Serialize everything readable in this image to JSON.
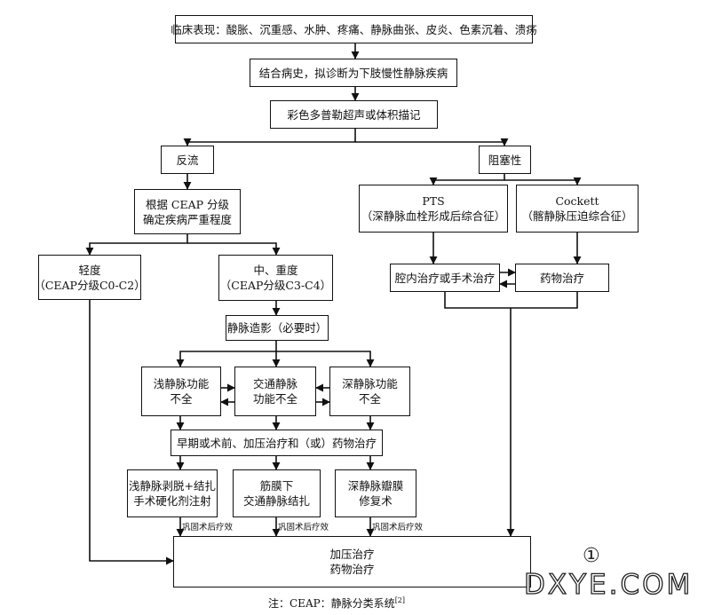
{
  "boxes": {
    "clinical": "临床表现：酸胀、沉重感、水肿、疼痛、静脉曲张、皮炎、色素沉着、溃疡",
    "history": "结合病史，拟诊断为下肢慢性静脉疾病",
    "ultrasound": "彩色多普勒超声或体积描记",
    "reflux": "反流",
    "obstruction": "阻塞性",
    "ceap": [
      "根据 CEAP 分级",
      "确定疾病严重程度"
    ],
    "pts": [
      "PTS",
      "（深静脉血栓形成后综合征）"
    ],
    "cockett": [
      "Cockett",
      "（髂静脉压迫综合征）"
    ],
    "mild": [
      "轻度",
      "（CEAP分级C0-C2）"
    ],
    "moderate": [
      "中、重度",
      "（CEAP分级C3-C4）"
    ],
    "endo": "腔内治疗或手术治疗",
    "drug_right": "药物治疗",
    "venography": "静脉造影（必要时）",
    "superficial": [
      "浅静脉功能",
      "不全"
    ],
    "perforator": [
      "交通静脉",
      "功能不全"
    ],
    "deep": [
      "深静脉功能",
      "不全"
    ],
    "early": "早期或术前、加压治疗和（或）药物治疗",
    "stripping": [
      "浅静脉剥脱+结扎",
      "手术硬化剂注射"
    ],
    "fascia": [
      "筋膜下",
      "交通静脉结扎"
    ],
    "valve": [
      "深静脉瓣膜",
      "修复术"
    ],
    "final": [
      "加压治疗",
      "药物治疗"
    ]
  },
  "consolidate_label": "巩固术后疗效",
  "note": "注：CEAP：静脉分类系统",
  "note_ref": "[2]",
  "watermark": {
    "mark": "①",
    "text": "DXYE.COM"
  }
}
